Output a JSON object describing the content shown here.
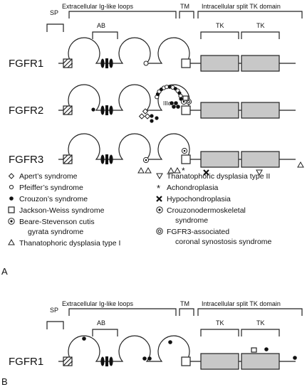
{
  "headers": {
    "sp": "SP",
    "ig_loops": "Extracellular Ig-like loops",
    "ab": "AB",
    "tm": "TM",
    "tk_domain": "Intracellular split TK domain",
    "tk": "TK"
  },
  "genes": {
    "fgfr1": "FGFR1",
    "fgfr2": "FGFR2",
    "fgfr3": "FGFR3"
  },
  "loop_label": "IIIc",
  "legend": {
    "left": [
      {
        "symbol": "diamond",
        "label": "Apert’s syndrome"
      },
      {
        "symbol": "open-circle",
        "label": "Pfeiffer’s syndrome"
      },
      {
        "symbol": "filled-circle",
        "label": "Crouzon’s syndrome"
      },
      {
        "symbol": "open-square",
        "label": "Jackson-Weiss syndrome"
      },
      {
        "symbol": "dot-circle",
        "label": "Beare-Stevenson cutis",
        "label2": "gyrata syndrome"
      },
      {
        "symbol": "triangle",
        "label": "Thanatophoric dysplasia type I"
      }
    ],
    "right": [
      {
        "symbol": "down-triangle",
        "label": "Thanatophoric dysplasia type II"
      },
      {
        "symbol": "asterisk",
        "label": "Achondroplasia"
      },
      {
        "symbol": "cross",
        "label": "Hypochondroplasia"
      },
      {
        "symbol": "dot-circle",
        "label": "Crouzonodermoskeletal",
        "label2": "syndrome"
      },
      {
        "symbol": "double-circle",
        "label": "FGFR3-associated",
        "label2": "coronal synostosis syndrome"
      }
    ]
  },
  "panels": {
    "a": "A",
    "b": "B"
  },
  "colors": {
    "tk_fill": "#c8c8c8",
    "stroke": "#222222",
    "background": "#ffffff"
  }
}
